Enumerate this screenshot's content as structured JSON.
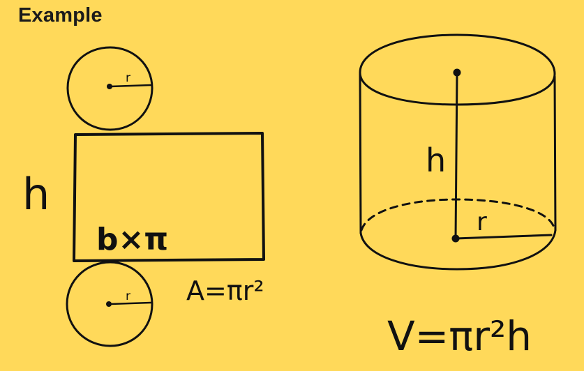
{
  "title": "Example",
  "colors": {
    "background": "#ffd95a",
    "ink": "#111111"
  },
  "net": {
    "top_circle_radius_label": "r",
    "bottom_circle_radius_label": "r",
    "height_label": "h",
    "rectangle_width_label": "b×π",
    "area_formula": "A=πr²"
  },
  "cylinder": {
    "height_label": "h",
    "radius_label": "r",
    "volume_formula": "V=πr²h"
  }
}
